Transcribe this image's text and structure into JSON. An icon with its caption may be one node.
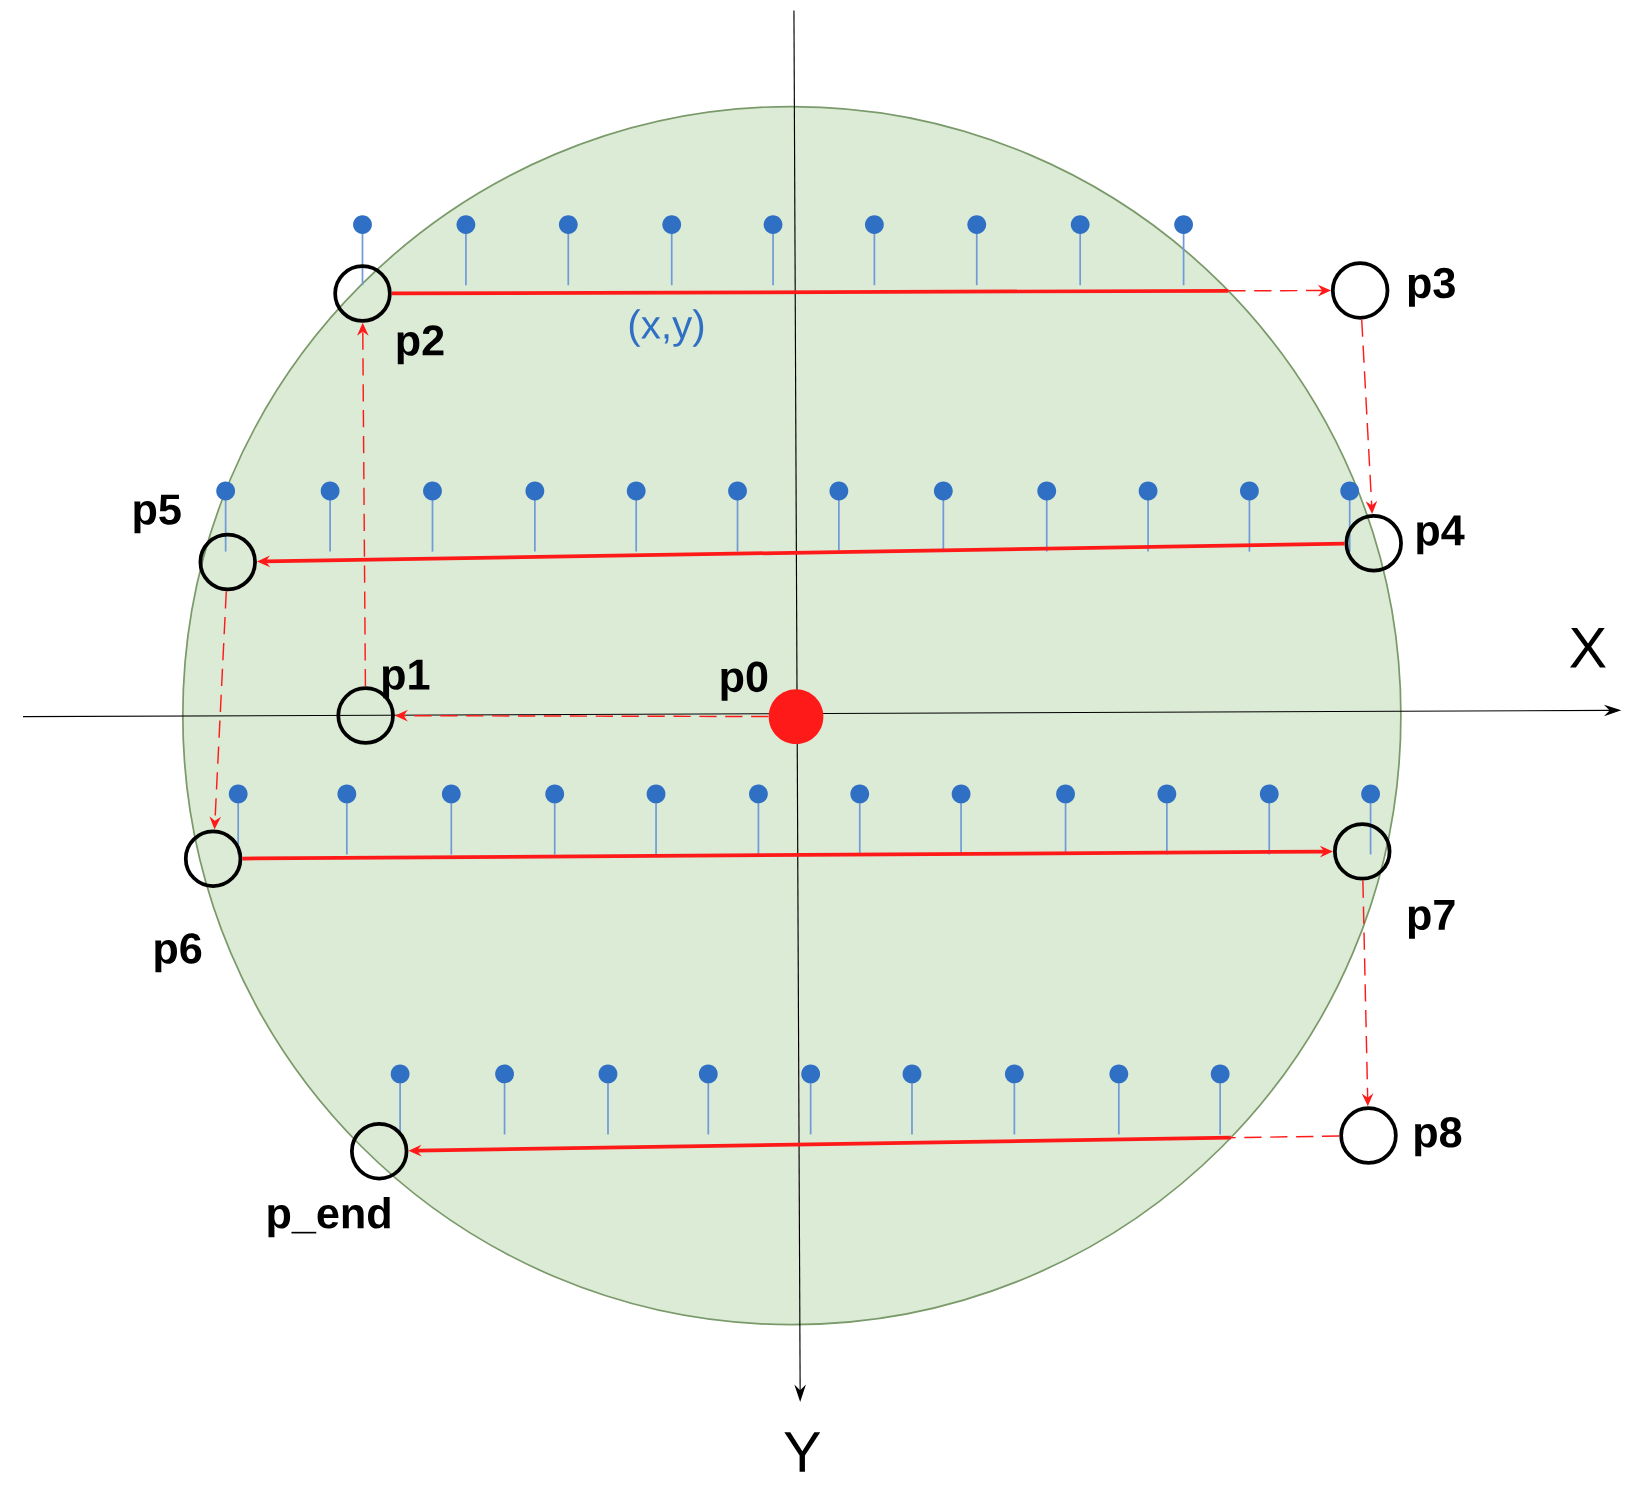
{
  "diagram": {
    "nodes": [
      {
        "text": [],
        "shape": "circle",
        "beside": [
          "p0"
        ]
      },
      {
        "text": [],
        "shape": "circle",
        "beside": [
          "p1"
        ]
      },
      {
        "text": [],
        "shape": "circle",
        "beside": [
          "p2"
        ]
      },
      {
        "text": [],
        "shape": "circle",
        "beside": [
          "p3"
        ]
      },
      {
        "text": [],
        "shape": "circle",
        "beside": [
          "p4"
        ]
      },
      {
        "text": [],
        "shape": "circle",
        "beside": [
          "p5"
        ]
      },
      {
        "text": [],
        "shape": "circle",
        "beside": [
          "p6"
        ]
      },
      {
        "text": [],
        "shape": "circle",
        "beside": [
          "p7"
        ]
      },
      {
        "text": [],
        "shape": "circle",
        "beside": [
          "p8"
        ]
      },
      {
        "text": [],
        "shape": "circle",
        "beside": [
          "p_end"
        ]
      }
    ],
    "edges": [
      {
        "from": 0,
        "to": 1,
        "arrow": "to",
        "style": "dashed"
      },
      {
        "from": 1,
        "to": 2,
        "arrow": "to",
        "style": "dashed"
      },
      {
        "from": 2,
        "to": 3,
        "arrow": "to"
      },
      {
        "from": 3,
        "to": 4,
        "arrow": "to",
        "style": "dashed"
      },
      {
        "from": 4,
        "to": 5,
        "arrow": "to"
      },
      {
        "from": 5,
        "to": 6,
        "arrow": "to",
        "style": "dashed"
      },
      {
        "from": 6,
        "to": 7,
        "arrow": "to"
      },
      {
        "from": 7,
        "to": 8,
        "arrow": "to",
        "style": "dashed"
      },
      {
        "from": 8,
        "to": 9,
        "arrow": "to"
      }
    ],
    "labels": [
      "(x,y)",
      "X",
      "Y"
    ]
  }
}
